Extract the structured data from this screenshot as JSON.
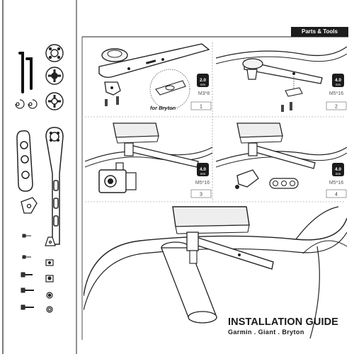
{
  "header": {
    "label": "Parts & Tools"
  },
  "guide": {
    "title": "INSTALLATION GUIDE",
    "subtitle": "Garmin . Giant . Bryton"
  },
  "steps": [
    {
      "number": "1",
      "screw": "M3*8",
      "wrench": "2.0",
      "unit": "mm",
      "note": "for Bryton"
    },
    {
      "number": "2",
      "screw": "M5*16",
      "wrench": "4.0",
      "unit": "mm"
    },
    {
      "number": "3",
      "screw": "M5*16",
      "wrench": "4.0",
      "unit": "mm"
    },
    {
      "number": "4",
      "screw": "M5*16",
      "wrench": "4.0",
      "unit": "mm"
    }
  ]
}
